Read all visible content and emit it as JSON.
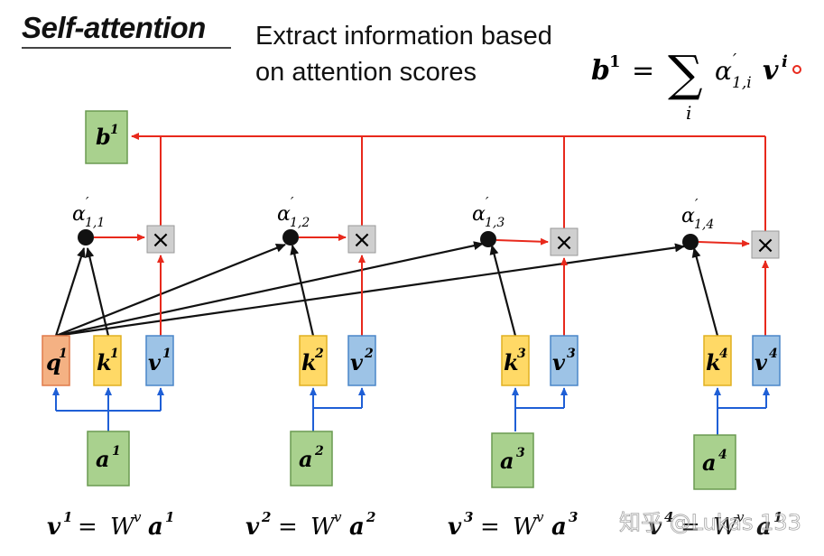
{
  "header": {
    "title": "Self-attention",
    "subtitle_lines": [
      "Extract information based",
      "on attention scores"
    ]
  },
  "formula": {
    "lhs_base": "b",
    "lhs_sup": "1",
    "equals": "=",
    "sum": "∑",
    "sum_index": "i",
    "term_base": "α",
    "term_prime": "′",
    "term_sub": "1,i",
    "v_base": "v",
    "v_sup": "i"
  },
  "output": {
    "base": "b",
    "sup": "1"
  },
  "columns": [
    {
      "q": {
        "base": "q",
        "sup": "1"
      },
      "k": {
        "base": "k",
        "sup": "1"
      },
      "v": {
        "base": "v",
        "sup": "1"
      },
      "a": {
        "base": "a",
        "sup": "1"
      },
      "alpha": {
        "base": "α",
        "prime": "′",
        "sub": "1,1"
      },
      "multiply": "×",
      "equation": {
        "v": "v",
        "v_sup": "1",
        "eq": "=",
        "W": "W",
        "W_sup": "v",
        "a": "a",
        "a_sup": "1"
      }
    },
    {
      "k": {
        "base": "k",
        "sup": "2"
      },
      "v": {
        "base": "v",
        "sup": "2"
      },
      "a": {
        "base": "a",
        "sup": "2"
      },
      "alpha": {
        "base": "α",
        "prime": "′",
        "sub": "1,2"
      },
      "multiply": "×",
      "equation": {
        "v": "v",
        "v_sup": "2",
        "eq": "=",
        "W": "W",
        "W_sup": "v",
        "a": "a",
        "a_sup": "2"
      }
    },
    {
      "k": {
        "base": "k",
        "sup": "3"
      },
      "v": {
        "base": "v",
        "sup": "3"
      },
      "a": {
        "base": "a",
        "sup": "3"
      },
      "alpha": {
        "base": "α",
        "prime": "′",
        "sub": "1,3"
      },
      "multiply": "×",
      "equation": {
        "v": "v",
        "v_sup": "3",
        "eq": "=",
        "W": "W",
        "W_sup": "v",
        "a": "a",
        "a_sup": "3"
      }
    },
    {
      "k": {
        "base": "k",
        "sup": "4"
      },
      "v": {
        "base": "v",
        "sup": "4"
      },
      "a": {
        "base": "a",
        "sup": "4"
      },
      "alpha": {
        "base": "α",
        "prime": "′",
        "sub": "1,4"
      },
      "multiply": "×",
      "equation": {
        "v": "v",
        "v_sup": "4",
        "eq": "=",
        "W": "W",
        "W_sup": "v",
        "a": "a",
        "a_sup": "1"
      }
    }
  ],
  "watermark": "知乎 @Lukas 133",
  "colors": {
    "q_fill": "#f4b183",
    "q_border": "#e07a4a",
    "k_fill": "#ffd966",
    "k_border": "#e0b020",
    "v_fill": "#9dc3e6",
    "v_border": "#4a86c8",
    "a_fill": "#a9d18e",
    "a_border": "#6a9a50",
    "red": "#e8291c",
    "blue": "#1f5fd6",
    "black": "#111111"
  }
}
